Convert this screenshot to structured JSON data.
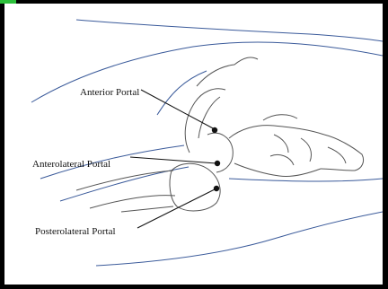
{
  "diagram": {
    "labels": {
      "anterior": "Anterior Portal",
      "anterolateral": "Anterolateral Portal",
      "posterolateral": "Posterolateral Portal"
    }
  },
  "colors": {
    "skin_outline": "#3a5a9a",
    "bone_outline": "#555555",
    "leader_line": "#111111",
    "portal_dot": "#111111",
    "background": "#ffffff",
    "frame": "#000000",
    "corner_accent": "#2bbf3a"
  }
}
